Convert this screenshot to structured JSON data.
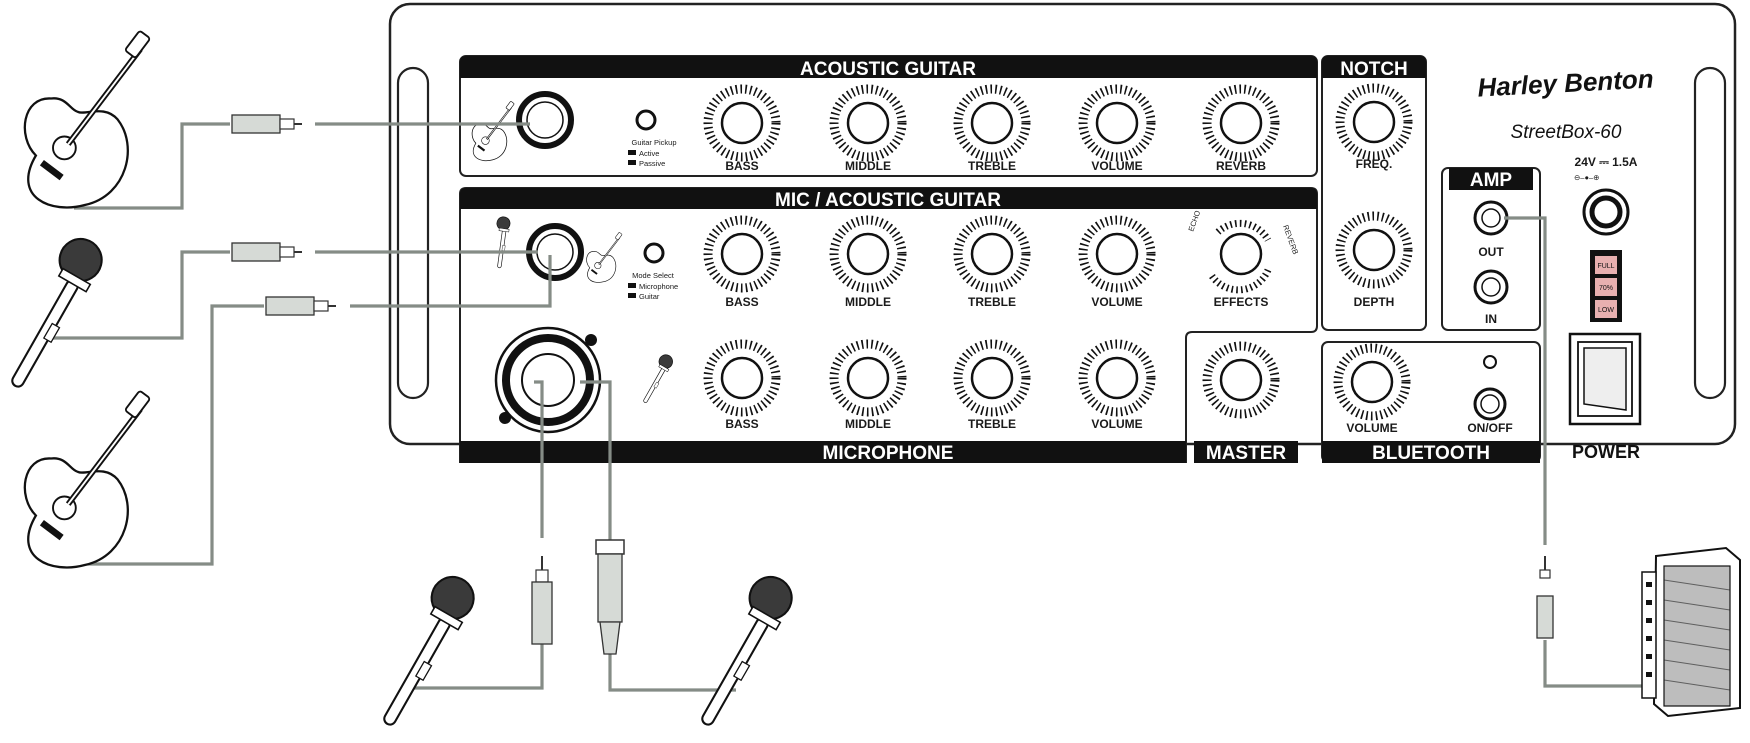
{
  "brand": {
    "name": "Harley Benton",
    "model": "StreetBox-60"
  },
  "sections": {
    "acoustic": {
      "title": "ACOUSTIC GUITAR",
      "switch_label": "Guitar Pickup",
      "switch_opt1": "Active",
      "switch_opt2": "Passive",
      "knobs": [
        "BASS",
        "MIDDLE",
        "TREBLE",
        "VOLUME",
        "REVERB"
      ]
    },
    "mic_acoustic": {
      "title": "MIC / ACOUSTIC GUITAR",
      "switch_label": "Mode Select",
      "switch_opt1": "Microphone",
      "switch_opt2": "Guitar",
      "knobs": [
        "BASS",
        "MIDDLE",
        "TREBLE",
        "VOLUME",
        "EFFECTS"
      ],
      "effects_left": "ECHO",
      "effects_right": "REVERB"
    },
    "microphone": {
      "title": "MICROPHONE",
      "knobs": [
        "BASS",
        "MIDDLE",
        "TREBLE",
        "VOLUME"
      ]
    },
    "notch": {
      "title": "NOTCH",
      "knobs": [
        "FREQ.",
        "DEPTH"
      ]
    },
    "master": {
      "title": "MASTER"
    },
    "bluetooth": {
      "title": "BLUETOOTH",
      "knob": "VOLUME",
      "button": "ON/OFF"
    },
    "amp": {
      "title": "AMP",
      "out": "OUT",
      "in": "IN"
    },
    "power": {
      "label": "POWER",
      "rating": "24V ⎓ 1.5A",
      "battery": [
        "FULL",
        "70%",
        "LOW"
      ]
    }
  },
  "colors": {
    "panel": "#ffffff",
    "header": "#111111",
    "cable": "#858c86",
    "outline": "#222222"
  },
  "icons": [
    "acoustic-guitar-icon",
    "microphone-icon",
    "xlr-combo-jack-icon",
    "bluetooth-speaker-icon",
    "rocker-switch-icon"
  ]
}
